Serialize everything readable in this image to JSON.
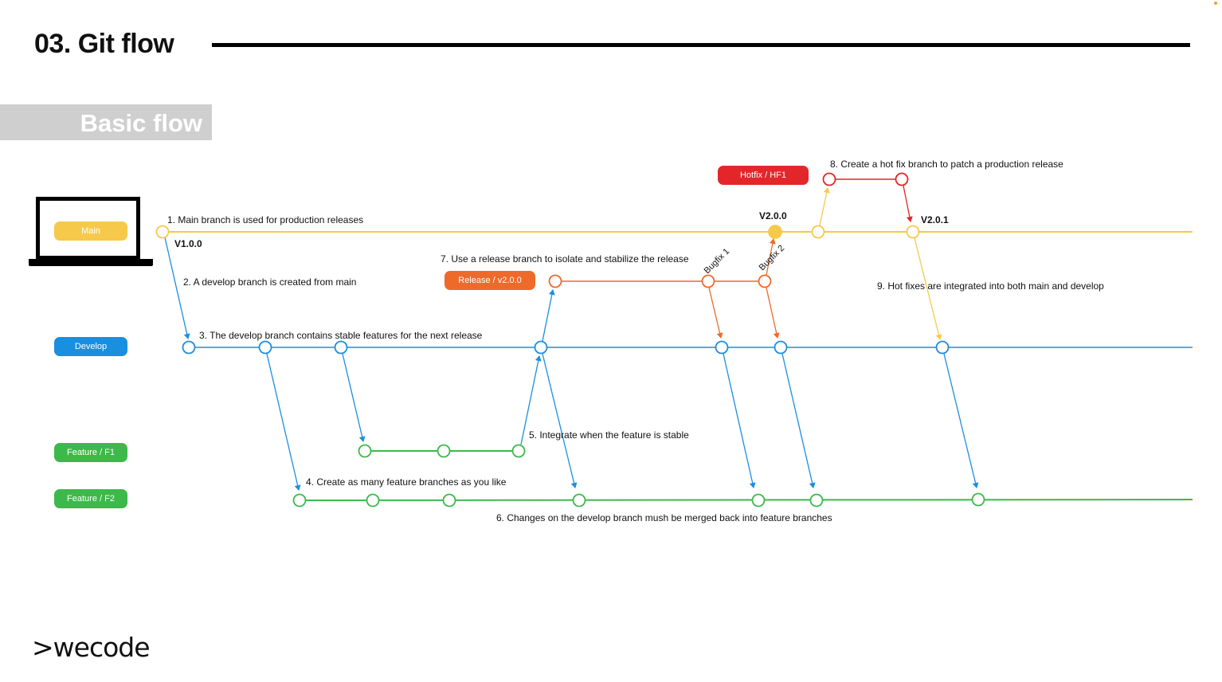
{
  "slide": {
    "title": "03. Git flow",
    "subtitle": "Basic flow",
    "logo": ">wecode"
  },
  "branches": {
    "main": {
      "label": "Main",
      "color": "#f7c94a"
    },
    "develop": {
      "label": "Develop",
      "color": "#1a8fe0"
    },
    "feature1": {
      "label": "Feature / F1",
      "color": "#3cb94a"
    },
    "feature2": {
      "label": "Feature / F2",
      "color": "#3cb94a"
    },
    "release": {
      "label": "Release / v2.0.0",
      "color": "#ee6a2a"
    },
    "hotfix": {
      "label": "Hotfix / HF1",
      "color": "#e3262a"
    }
  },
  "annotations": {
    "step1": "1. Main branch is used for production releases",
    "step2": "2. A develop branch is created from main",
    "step3": "3. The develop branch contains stable features for the next release",
    "step4": "4. Create as many feature branches as you like",
    "step5": "5. Integrate when the feature is stable",
    "step6": "6. Changes on the develop branch mush be merged back into feature branches",
    "step7": "7. Use a release branch to isolate and stabilize the release",
    "step8": "8. Create a hot fix branch to patch a production release",
    "step9": "9. Hot fixes are integrated into both main and develop"
  },
  "versions": {
    "v1": "V1.0.0",
    "v2": "V2.0.0",
    "v21": "V2.0.1"
  },
  "bugfixes": {
    "b1": "Bugfix 1",
    "b2": "Bugfix 2"
  }
}
